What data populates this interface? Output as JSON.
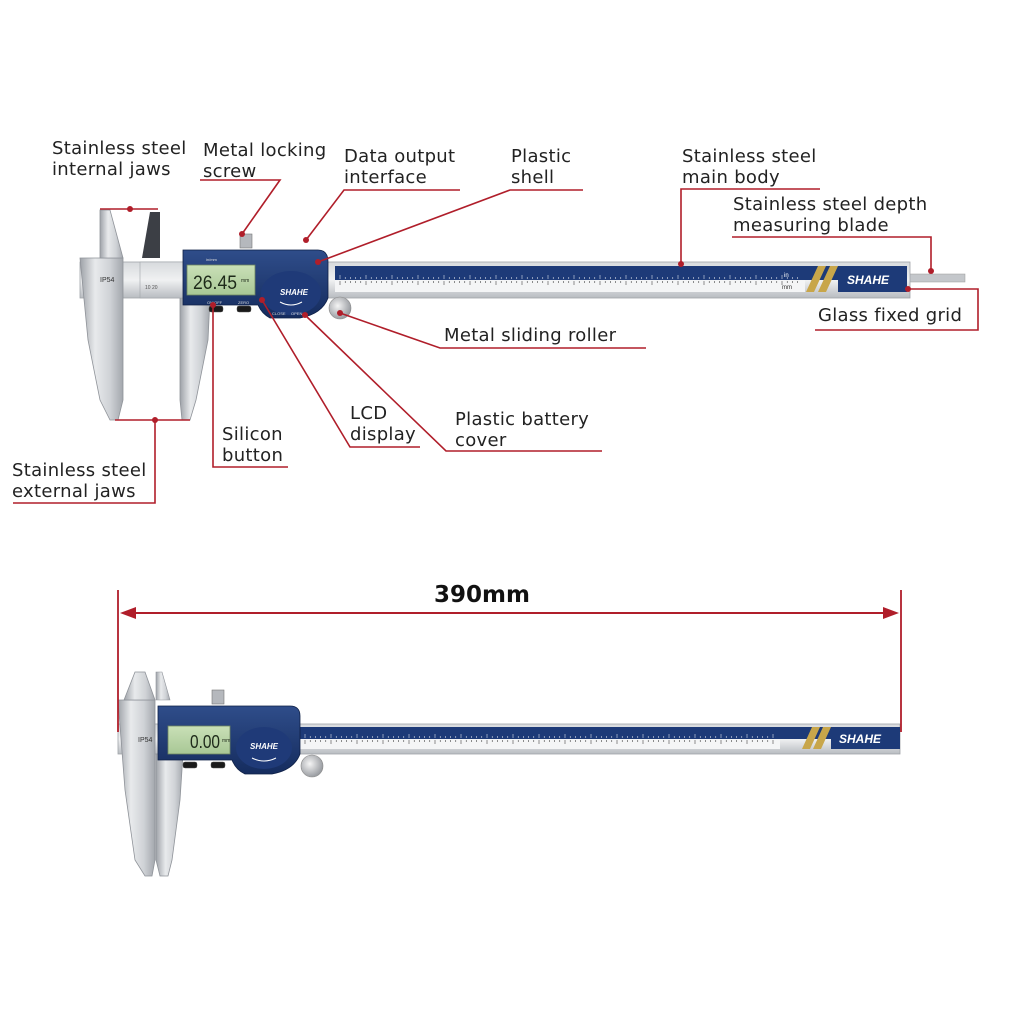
{
  "brand": "SHAHE",
  "ip_rating": "IP54",
  "units": {
    "mm": "mm",
    "in": "in"
  },
  "lcd_readings": {
    "top": "26.45",
    "bottom": "0.00"
  },
  "lcd_unit": "mm",
  "button_labels": {
    "power": "ON/OFF",
    "zero": "ZERO",
    "mode": "in/mm"
  },
  "roller_labels": {
    "close": "CLOSE",
    "open": "OPEN"
  },
  "dimension": "390mm",
  "callouts": {
    "internal_jaws": [
      "Stainless steel",
      "internal jaws"
    ],
    "locking_screw": [
      "Metal locking",
      "screw"
    ],
    "data_output": [
      "Data output",
      "interface"
    ],
    "plastic_shell": [
      "Plastic",
      "shell"
    ],
    "main_body": [
      "Stainless steel",
      "main body"
    ],
    "depth_blade": [
      "Stainless steel depth",
      "measuring blade"
    ],
    "glass_grid": [
      "Glass fixed grid"
    ],
    "sliding_roller": [
      "Metal sliding roller"
    ],
    "silicon_button": [
      "Silicon",
      "button"
    ],
    "lcd_display": [
      "LCD",
      "display"
    ],
    "battery_cover": [
      "Plastic battery",
      "cover"
    ],
    "external_jaws": [
      "Stainless steel",
      "external jaws"
    ]
  },
  "colors": {
    "callout_line": "#b01e2a",
    "scale_blue": "#1d3a78",
    "steel": "#c9ccd0",
    "lcd": "#b9d4a6"
  }
}
